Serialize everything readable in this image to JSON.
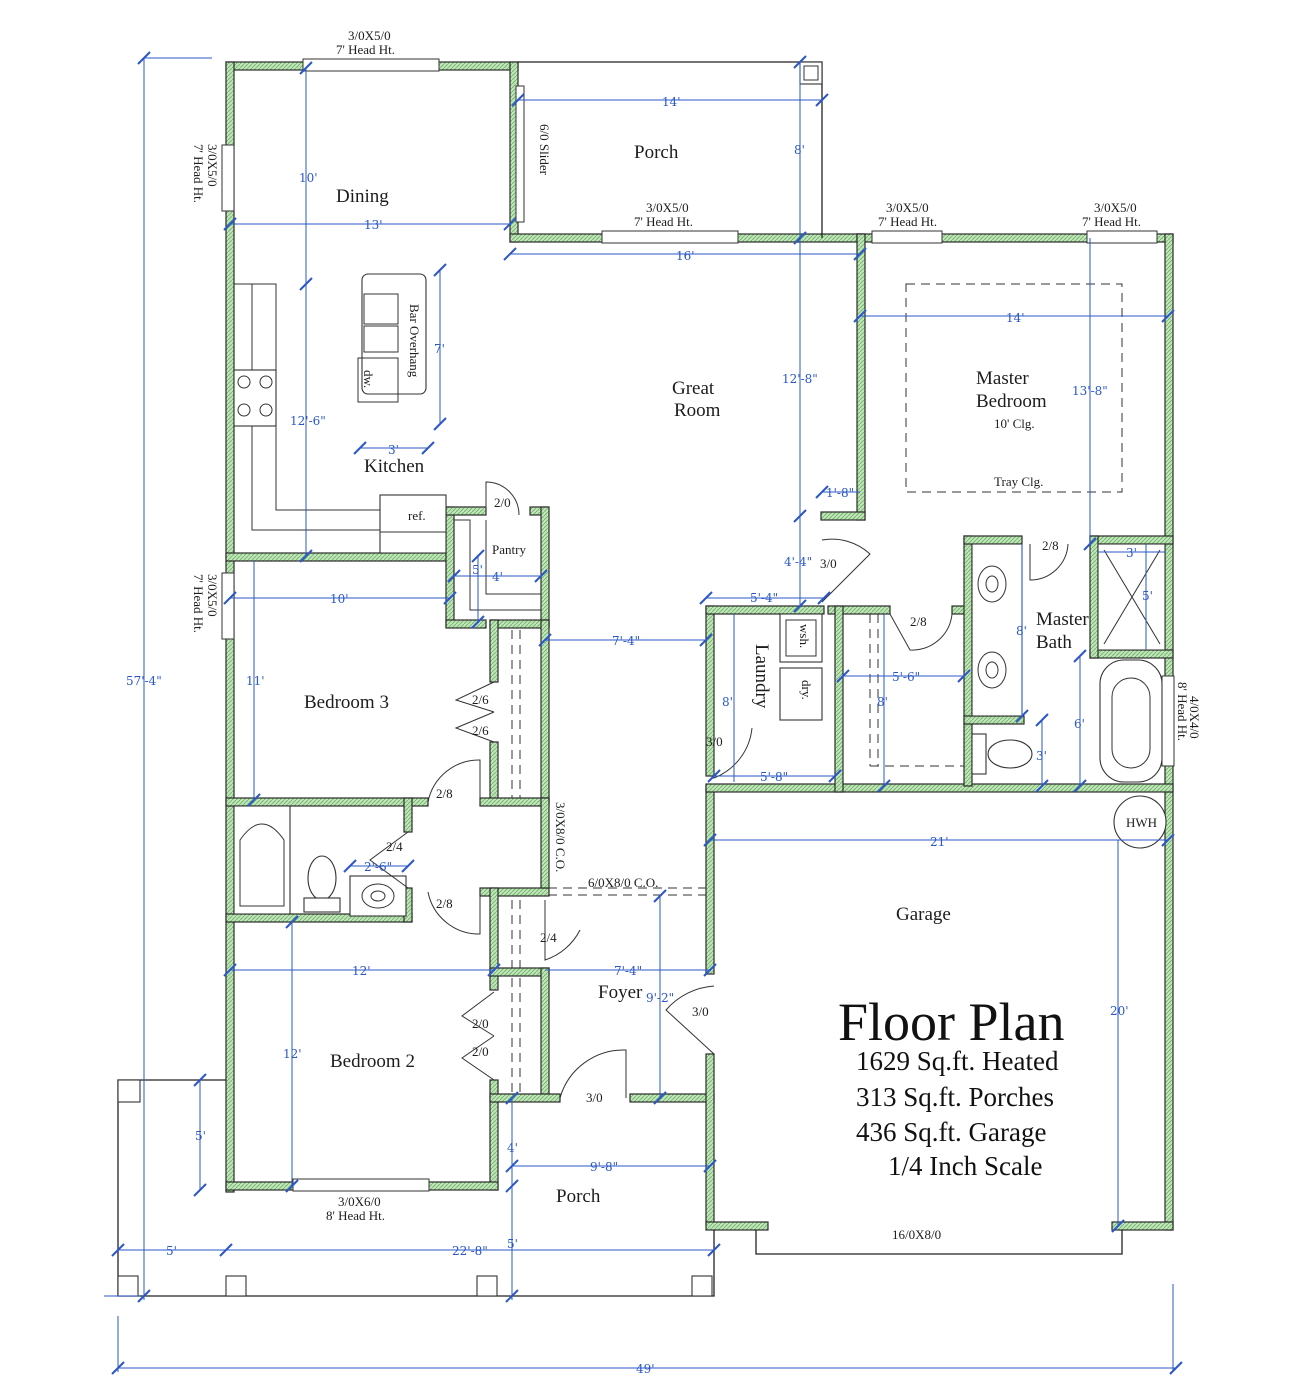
{
  "rooms": {
    "dining": "Dining",
    "porch_back": "Porch",
    "great_room_1": "Great",
    "great_room_2": "Room",
    "kitchen": "Kitchen",
    "master_bed_1": "Master",
    "master_bed_2": "Bedroom",
    "master_clg": "10' Clg.",
    "tray_clg": "Tray Clg.",
    "pantry": "Pantry",
    "laundry": "Laundry",
    "master_bath_1": "Master",
    "master_bath_2": "Bath",
    "bedroom3": "Bedroom 3",
    "garage": "Garage",
    "foyer": "Foyer",
    "bedroom2": "Bedroom 2",
    "porch_front": "Porch"
  },
  "fixtures": {
    "ref": "ref.",
    "dw": "dw.",
    "bar_overhang": "Bar Overhang",
    "wsh": "wsh.",
    "dry": "dry.",
    "hwh": "HWH"
  },
  "openings": {
    "w_dining_top_1": "3/0X5/0",
    "w_dining_top_2": "7' Head Ht.",
    "w_dining_left_1": "3/0X5/0",
    "w_dining_left_2": "7' Head Ht.",
    "slider": "6/0 Slider",
    "w_great_1": "3/0X5/0",
    "w_great_2": "7' Head Ht.",
    "w_mb1_1": "3/0X5/0",
    "w_mb1_2": "7' Head Ht.",
    "w_mb2_1": "3/0X5/0",
    "w_mb2_2": "7' Head Ht.",
    "w_bed3_1": "3/0X5/0",
    "w_bed3_2": "7' Head Ht.",
    "w_bath_1": "4/0X4/0",
    "w_bath_2": "8' Head Ht.",
    "w_bed2_1": "3/0X6/0",
    "w_bed2_2": "8' Head Ht.",
    "co_vert": "3/0X8/0 C.O.",
    "co_horiz": "6/0X8/0 C.O.",
    "garage_door": "16/0X8/0",
    "d_pantry": "2/0",
    "d_great": "3/0",
    "d_mbath": "2/8",
    "d_wic": "2/8",
    "d_laundry": "3/0",
    "d_closet3a": "2/6",
    "d_closet3b": "2/6",
    "d_bed3": "2/8",
    "d_bath2": "2/4",
    "d_bed2": "2/8",
    "d_foyer_closet": "2/4",
    "d_closet2a": "2/0",
    "d_closet2b": "2/0",
    "d_garage": "3/0",
    "d_entry": "3/0"
  },
  "dimensions": {
    "d14_porch": "14'",
    "d8_porch": "8'",
    "d10_dining": "10'",
    "d13_dining": "13'",
    "d16": "16'",
    "d14_mb": "14'",
    "d13_8": "13'-8\"",
    "d12_8": "12'-8\"",
    "d7_bar": "7'",
    "d3_bar": "3'",
    "d12_6": "12'-6\"",
    "d1_8": "1'-8\"",
    "d4_4": "4'-4\"",
    "d5_pantry": "5'",
    "d4_pantry": "4'",
    "d10_bed3": "10'",
    "d11_bed3": "11'",
    "d7_4_hall": "7'-4\"",
    "d5_4": "5'-4\"",
    "d8_laundry": "8'",
    "d5_8": "5'-8\"",
    "d5_6": "5'-6\"",
    "d8_wic": "8'",
    "d8_bath": "8'",
    "d3_shower": "3'",
    "d5_shower": "5'",
    "d6_tub": "6'",
    "d3_wc": "3'",
    "d2_6": "2'-6\"",
    "d21": "21'",
    "d20": "20'",
    "d12_bed2": "12'",
    "d7_4_foyer": "7'-4\"",
    "d9_2": "9'-2\"",
    "d12_bed2v": "12'",
    "d5_porch": "5'",
    "d4_porch": "4'",
    "d9_8": "9'-8\"",
    "d5_front": "5'",
    "d5_bottom": "5'",
    "d22_8": "22'-8\"",
    "d57_4": "57'-4\"",
    "d49": "49'"
  },
  "summary": {
    "title": "Floor Plan",
    "heated": "1629 Sq.ft. Heated",
    "porches": "313 Sq.ft. Porches",
    "garage": "436 Sq.ft. Garage",
    "scale": "1/4 Inch Scale"
  },
  "colors": {
    "wall_fill": "#b7e3b0",
    "dimension": "#2b57c8"
  }
}
